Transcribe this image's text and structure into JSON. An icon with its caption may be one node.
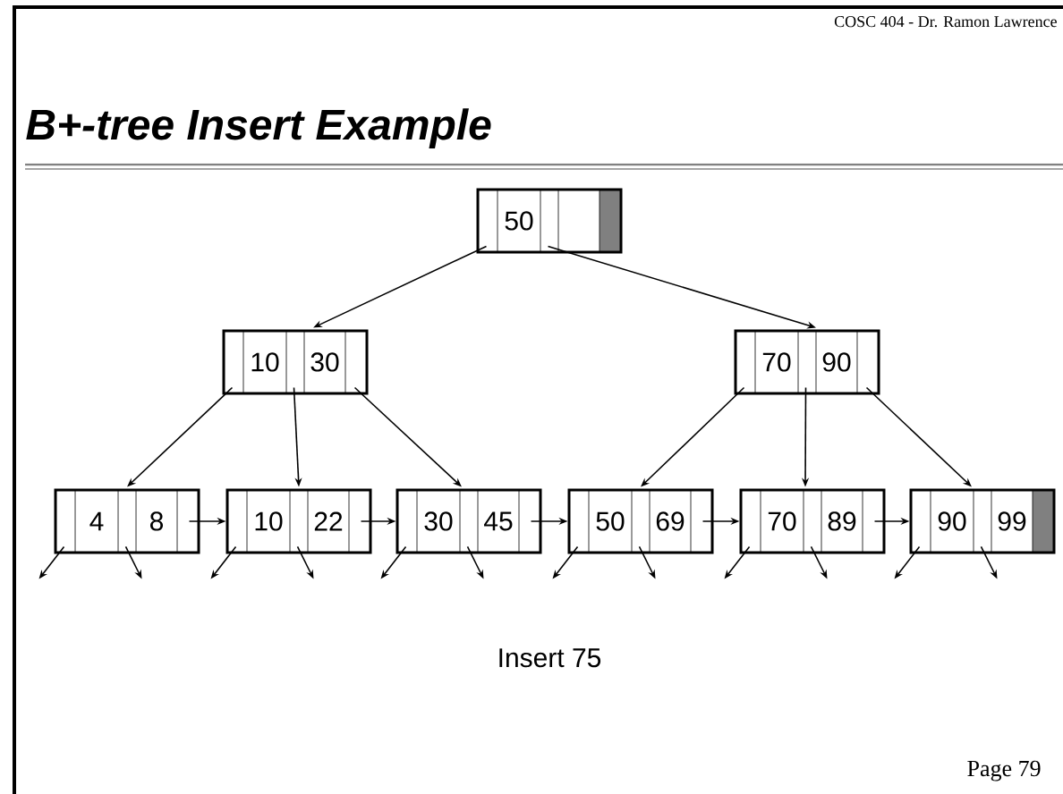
{
  "diagram": {
    "title": "B+-tree Insert Example",
    "nodes": [
      {
        "text": [
          "50"
        ]
      },
      {
        "text": [
          "10",
          "30"
        ]
      },
      {
        "text": [
          "70",
          "90"
        ]
      },
      {
        "text": [
          "4",
          "8"
        ]
      },
      {
        "text": [
          "10",
          "22"
        ]
      },
      {
        "text": [
          "30",
          "45"
        ]
      },
      {
        "text": [
          "50",
          "69"
        ]
      },
      {
        "text": [
          "70",
          "89"
        ]
      },
      {
        "text": [
          "90",
          "99"
        ]
      }
    ],
    "edges": [
      {
        "from": 0,
        "to": 1,
        "arrow": "to"
      },
      {
        "from": 0,
        "to": 2,
        "arrow": "to"
      },
      {
        "from": 1,
        "to": 3,
        "arrow": "to"
      },
      {
        "from": 1,
        "to": 4,
        "arrow": "to"
      },
      {
        "from": 1,
        "to": 5,
        "arrow": "to"
      },
      {
        "from": 2,
        "to": 6,
        "arrow": "to"
      },
      {
        "from": 2,
        "to": 7,
        "arrow": "to"
      },
      {
        "from": 2,
        "to": 8,
        "arrow": "to"
      },
      {
        "from": 3,
        "to": 4,
        "arrow": "to"
      },
      {
        "from": 4,
        "to": 5,
        "arrow": "to"
      },
      {
        "from": 5,
        "to": 6,
        "arrow": "to"
      },
      {
        "from": 6,
        "to": 7,
        "arrow": "to"
      },
      {
        "from": 7,
        "to": 8,
        "arrow": "to"
      },
      {
        "from": 3,
        "to": null,
        "arrow": "to"
      },
      {
        "from": 3,
        "to": null,
        "arrow": "to"
      },
      {
        "from": 4,
        "to": null,
        "arrow": "to"
      },
      {
        "from": 4,
        "to": null,
        "arrow": "to"
      },
      {
        "from": 5,
        "to": null,
        "arrow": "to"
      },
      {
        "from": 5,
        "to": null,
        "arrow": "to"
      },
      {
        "from": 6,
        "to": null,
        "arrow": "to"
      },
      {
        "from": 6,
        "to": null,
        "arrow": "to"
      },
      {
        "from": 7,
        "to": null,
        "arrow": "to"
      },
      {
        "from": 7,
        "to": null,
        "arrow": "to"
      },
      {
        "from": 8,
        "to": null,
        "arrow": "to"
      },
      {
        "from": 8,
        "to": null,
        "arrow": "to"
      }
    ],
    "labels": [
      "COSC 404 - Dr. Ramon Lawrence",
      "Insert 75",
      "Page 79"
    ]
  }
}
